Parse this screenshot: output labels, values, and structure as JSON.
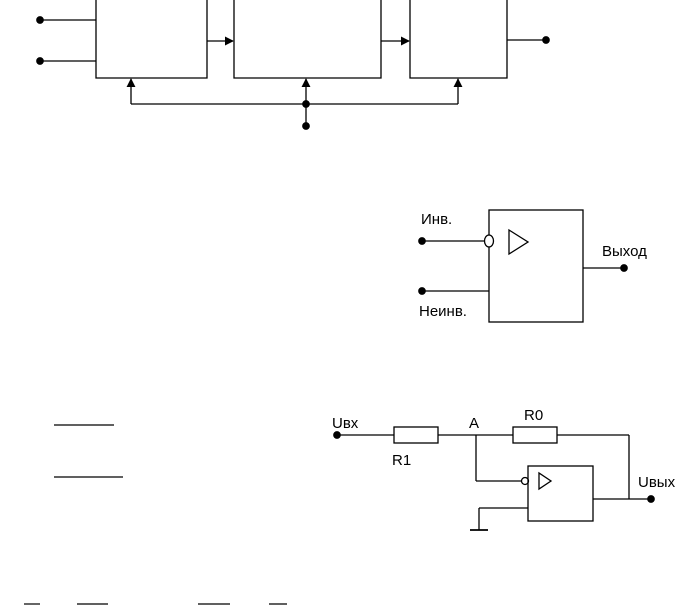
{
  "opamp_symbol": {
    "inverting_label": "Инв.",
    "noninverting_label": "Неинв.",
    "output_label": "Выход"
  },
  "inverting_amplifier": {
    "input_label": "Uвх",
    "node_label": "A",
    "feedback_resistor_label": "R0",
    "input_resistor_label": "R1",
    "output_label": "Uвых"
  },
  "colors": {
    "stroke": "#000000",
    "background": "#ffffff"
  }
}
